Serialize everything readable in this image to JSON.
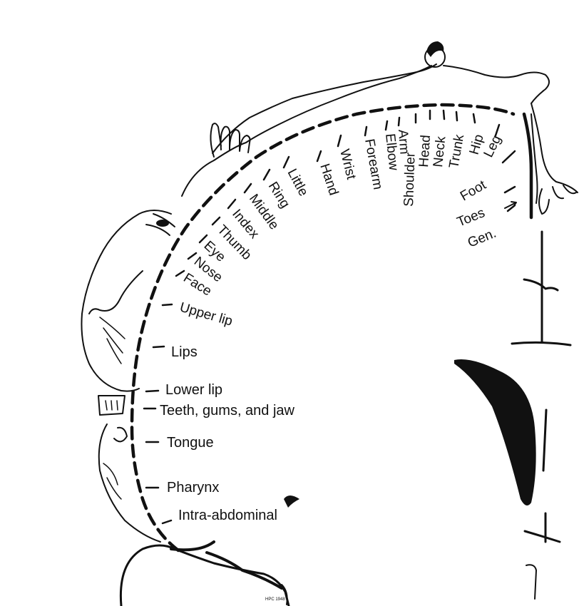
{
  "diagram": {
    "labels": {
      "little": "Little",
      "ring": "Ring",
      "middle": "Middle",
      "index": "Index",
      "thumb": "Thumb",
      "eye": "Eye",
      "nose": "Nose",
      "face": "Face",
      "upper_lip": "Upper lip",
      "lips": "Lips",
      "lower_lip": "Lower lip",
      "teeth": "Teeth, gums, and jaw",
      "tongue": "Tongue",
      "pharynx": "Pharynx",
      "intra_abdominal": "Intra-abdominal",
      "hand": "Hand",
      "wrist": "Wrist",
      "forearm": "Forearm",
      "elbow": "Elbow",
      "arm": "Arm",
      "shoulder": "Shoulder",
      "head": "Head",
      "neck": "Neck",
      "trunk": "Trunk",
      "hip": "Hip",
      "leg": "Leg",
      "foot": "Foot",
      "toes": "Toes",
      "gen": "Gen."
    },
    "signature": "HPC 1948",
    "ink_color": "#111111",
    "background_color": "#ffffff"
  }
}
